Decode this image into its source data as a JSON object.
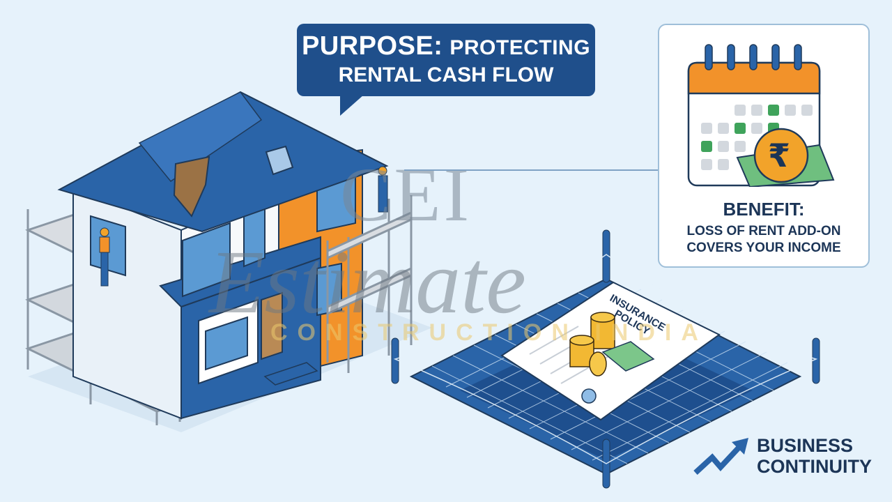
{
  "callout": {
    "purpose_label": "PURPOSE:",
    "purpose_text_line1": "PROTECTING",
    "purpose_text_line2": "RENTAL CASH FLOW"
  },
  "benefit_card": {
    "title": "BENEFIT:",
    "line1": "LOSS OF RENT ADD-ON",
    "line2": "COVERS YOUR INCOME",
    "currency_symbol": "₹",
    "icons": [
      "calendar-icon",
      "rupee-coin-icon",
      "cash-stack-icon"
    ]
  },
  "policy": {
    "line1": "INSURANCE",
    "line2": "POLICY",
    "icons": [
      "coin-stack-icon",
      "cash-bundle-icon",
      "seal-ribbon-icon"
    ]
  },
  "business_continuity": {
    "line1": "BUSINESS",
    "line2": "CONTINUITY",
    "icon": "trend-up-arrow-icon"
  },
  "watermark": {
    "line1": "CEI",
    "line2": "Estimate",
    "line3": "CONSTRUCTION INDIA"
  },
  "colors": {
    "background": "#e6f2fb",
    "primary_blue": "#1f4f8b",
    "accent_orange": "#f2922a",
    "text_dark": "#1c3557",
    "check_green": "#3fa35b"
  }
}
